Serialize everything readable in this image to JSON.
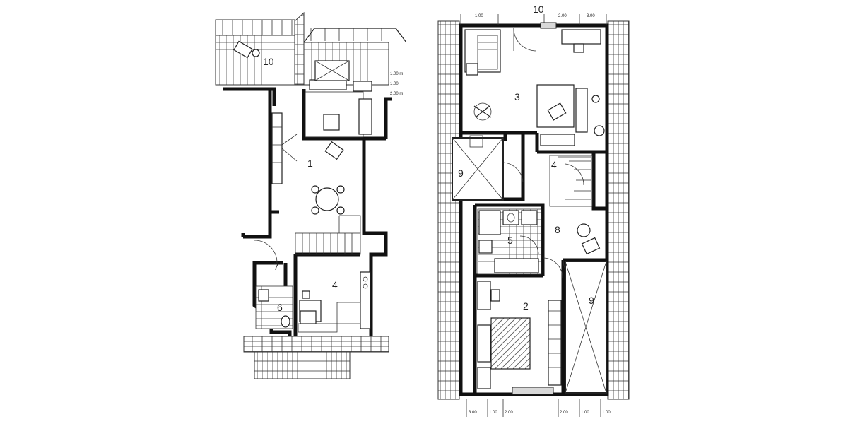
{
  "rooms": {
    "r1": "1",
    "r2": "2",
    "r3": "3",
    "r4a": "4",
    "r4b": "4",
    "r5": "5",
    "r6": "6",
    "r7": "7",
    "r8": "8",
    "r9a": "9",
    "r9b": "9",
    "r10a": "10",
    "r10b": "10"
  },
  "dimensions": {
    "d100": "1.00 m",
    "d200": "2.00 m",
    "d100b": "1.00",
    "t1": "1.00",
    "t2": "2.00",
    "t3": "3.00",
    "b1": "3.00",
    "b2": "1.00",
    "b3": "2.00",
    "b4": "2.00",
    "b5": "1.00",
    "b6": "1.00"
  }
}
